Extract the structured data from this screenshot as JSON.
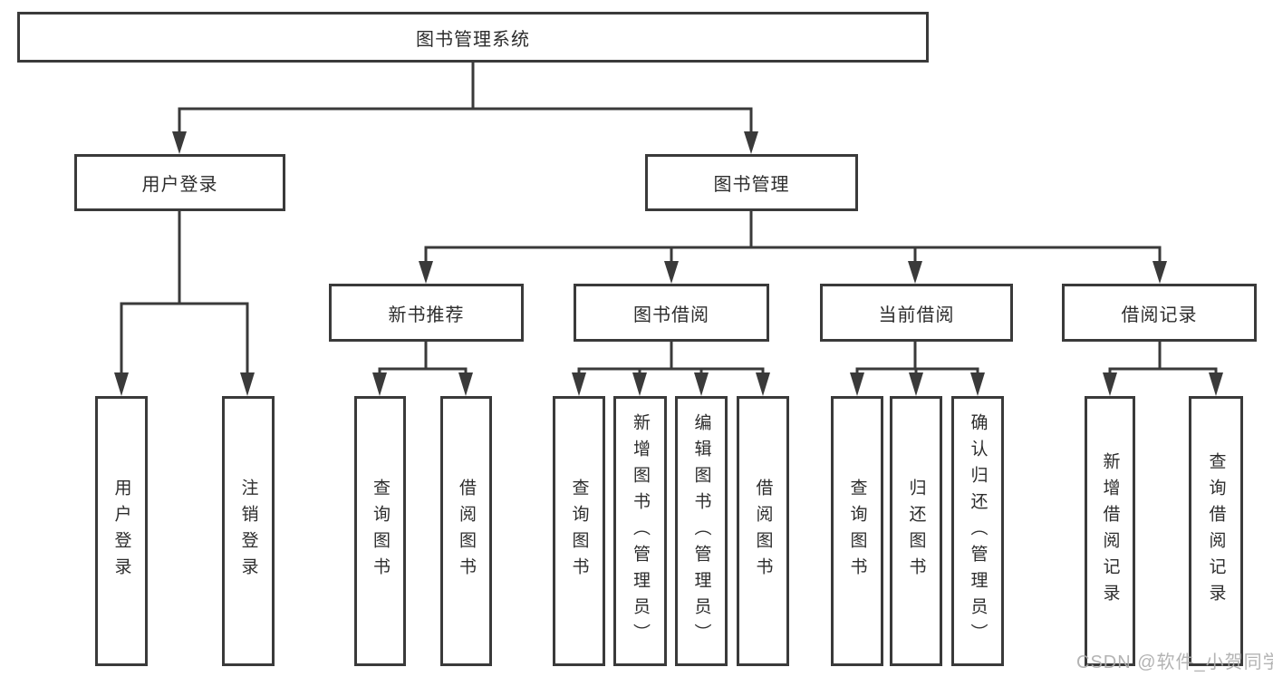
{
  "diagram": {
    "root": {
      "label": "图书管理系统"
    },
    "branches": [
      {
        "label": "用户登录",
        "children": [
          {
            "label": "用户登录"
          },
          {
            "label": "注销登录"
          }
        ]
      },
      {
        "label": "图书管理",
        "children": [
          {
            "label": "新书推荐",
            "children": [
              {
                "label": "查询图书"
              },
              {
                "label": "借阅图书"
              }
            ]
          },
          {
            "label": "图书借阅",
            "children": [
              {
                "label": "查询图书"
              },
              {
                "label": "新增图书（管理员）"
              },
              {
                "label": "编辑图书（管理员）"
              },
              {
                "label": "借阅图书"
              }
            ]
          },
          {
            "label": "当前借阅",
            "children": [
              {
                "label": "查询图书"
              },
              {
                "label": "归还图书"
              },
              {
                "label": "确认归还（管理员）"
              }
            ]
          },
          {
            "label": "借阅记录",
            "children": [
              {
                "label": "新增借阅记录"
              },
              {
                "label": "查询借阅记录"
              }
            ]
          }
        ]
      }
    ]
  },
  "watermark": {
    "text": "CSDN @软件_小贺同学"
  },
  "colors": {
    "line": "#3a3a3a",
    "text": "#2d2d2d",
    "watermark": "#acacac",
    "background": "#ffffff"
  }
}
